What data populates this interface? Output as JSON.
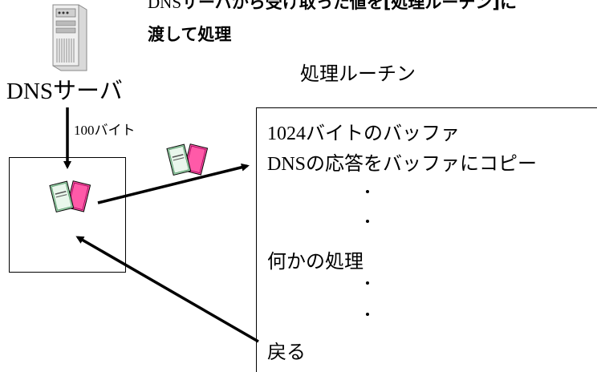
{
  "caption": {
    "line1_latin": "DNS",
    "line1_rest": "サーバから受け取った値を[処理ルーチン]に",
    "line2": "渡して処理"
  },
  "server": {
    "label_latin": "DNS",
    "label_rest": "サーバ",
    "icon": "server-tower-icon"
  },
  "transfer": {
    "size_latin": "100",
    "size_rest": "バイト",
    "icon": "books-icon"
  },
  "routine": {
    "title": "処理ルーチン",
    "line1_latin": "1024",
    "line1_rest": "バイトのバッファ",
    "line2_latin": "DNS",
    "line2_rest": "の応答をバッファにコピー",
    "line3": "何かの処理",
    "line4": "戻る"
  },
  "colors": {
    "book_green": "#9fd8b0",
    "book_pink": "#ff5aa8",
    "line": "#000000"
  }
}
